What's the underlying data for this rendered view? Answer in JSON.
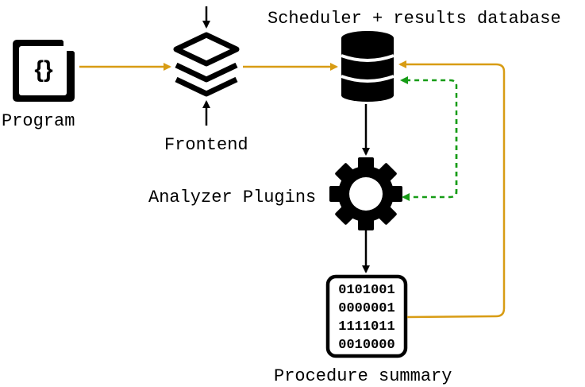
{
  "labels": {
    "program": "Program",
    "frontend": "Frontend",
    "database": "Scheduler + results database",
    "analyzer": "Analyzer Plugins",
    "summary": "Procedure summary"
  },
  "program_icon_text": "{}",
  "summary_binary": [
    "0101001",
    "0000001",
    "1111011",
    "0010000"
  ],
  "colors": {
    "orange_arrow": "#D89C14",
    "green_dashed_arrow": "#169C16",
    "black": "#000000"
  },
  "icons": {
    "program": "code-file-icon",
    "frontend": "layers-icon",
    "database": "database-icon",
    "analyzer": "gear-icon",
    "summary": "binary-document-icon"
  }
}
